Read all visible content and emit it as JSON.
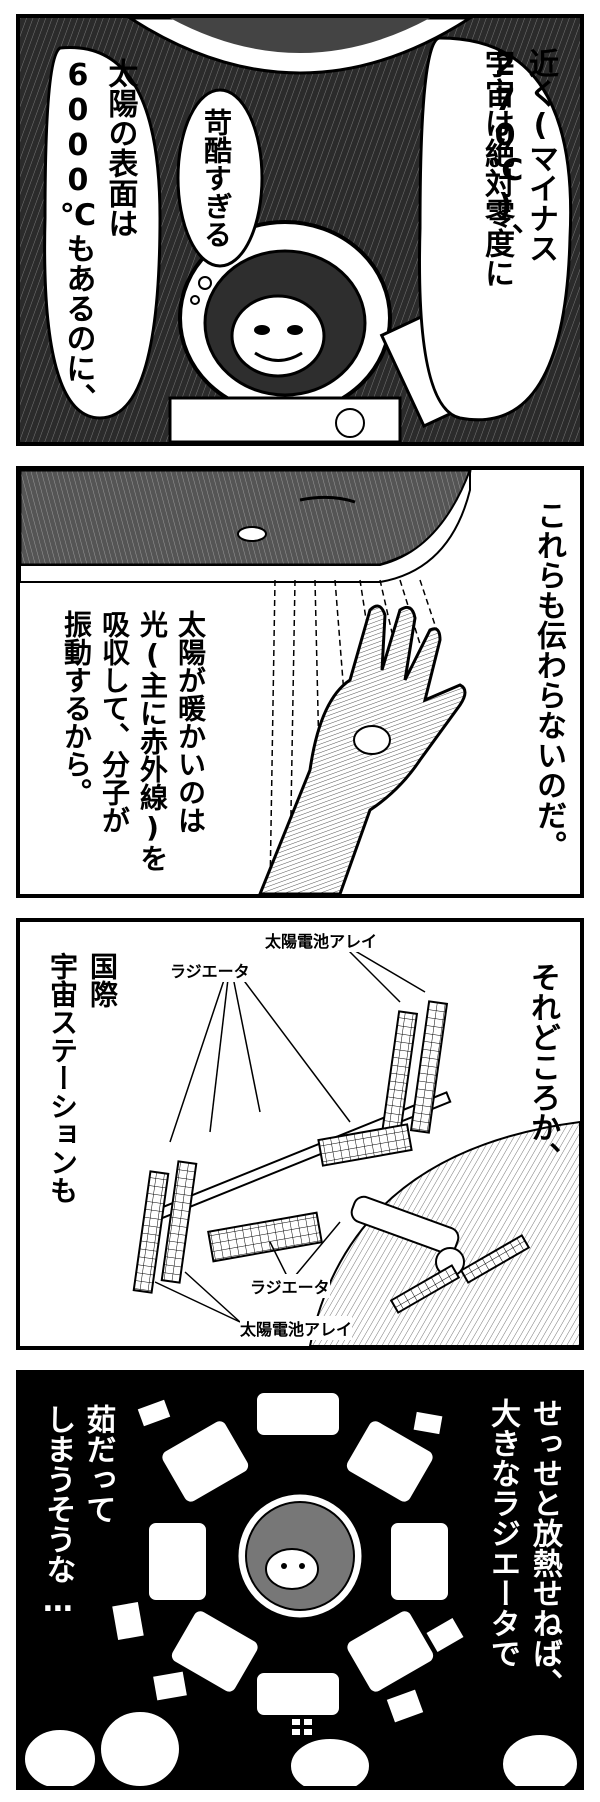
{
  "panel1": {
    "narration_col1": "宇宙は絶対零度に",
    "narration_col2": "近く(マイナス270℃)、",
    "narration_col3": "太陽の表面は",
    "narration_col4": "6000℃もあるのに、",
    "bubble": "苛酷すぎる"
  },
  "panel2": {
    "narration_col1": "これらも伝わらないのだ。",
    "narration_col2": "太陽が暖かいのは",
    "narration_col3": "光(主に赤外線)を",
    "narration_col4": "吸収して、分子が",
    "narration_col5": "振動するから。"
  },
  "panel3": {
    "narration_col1": "それどころか、",
    "narration_col2": "国際",
    "narration_col3": "宇宙ステーションも",
    "label_solar_top": "太陽電池アレイ",
    "label_radiator_top": "ラジエータ",
    "label_radiator_bottom": "ラジエータ",
    "label_solar_bottom": "太陽電池アレイ"
  },
  "panel4": {
    "narration_col1": "大きなラジエータで",
    "narration_col2": "せっせと放熱せねば、",
    "narration_col3": "茹だって",
    "narration_col4": "しまうそうな…"
  }
}
